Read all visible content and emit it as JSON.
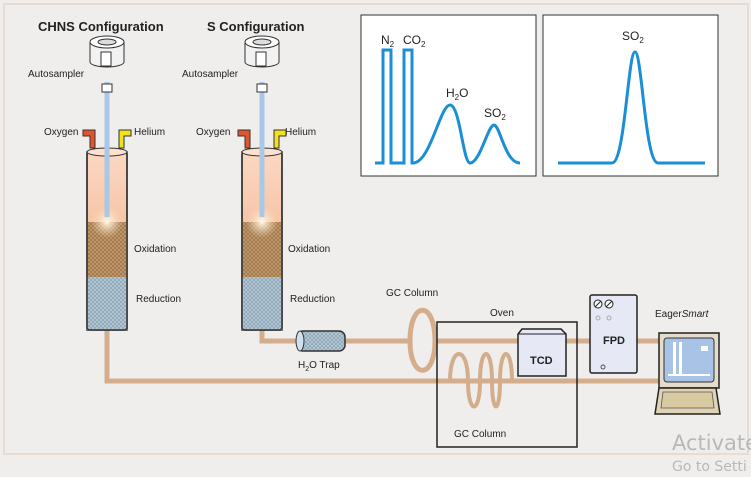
{
  "chns": {
    "title": "CHNS Configuration",
    "autosampler": "Autosampler",
    "oxygen": "Oxygen",
    "helium": "Helium",
    "oxidation": "Oxidation",
    "reduction": "Reduction"
  },
  "s": {
    "title": "S Configuration",
    "autosampler": "Autosampler",
    "oxygen": "Oxygen",
    "helium": "Helium",
    "oxidation": "Oxidation",
    "reduction": "Reduction"
  },
  "chromatogram_chns": {
    "peaks": [
      {
        "label": "N",
        "sub": "2"
      },
      {
        "label": "CO",
        "sub": "2"
      },
      {
        "label": "H",
        "sub": "2",
        "tail": "O"
      },
      {
        "label": "SO",
        "sub": "2"
      }
    ]
  },
  "chromatogram_s": {
    "peaks": [
      {
        "label": "SO",
        "sub": "2"
      }
    ]
  },
  "trap": {
    "label": "H",
    "sub": "2",
    "tail": "O Trap"
  },
  "gc_column_top": "GC Column",
  "gc_column_oven": "GC Column",
  "oven": "Oven",
  "tcd": "TCD",
  "fpd": "FPD",
  "software": {
    "name": "Eager",
    "italic": "Smart"
  },
  "watermark": {
    "line1": "Activate",
    "line2": "Go to Setti"
  },
  "colors": {
    "tube": "#d4ae8c",
    "trace": "#1a8fd6",
    "oxygen": "#e2552b",
    "helium": "#f2e21c",
    "reduction": "#a9c3d6",
    "oxidation": "#b48a5c"
  }
}
